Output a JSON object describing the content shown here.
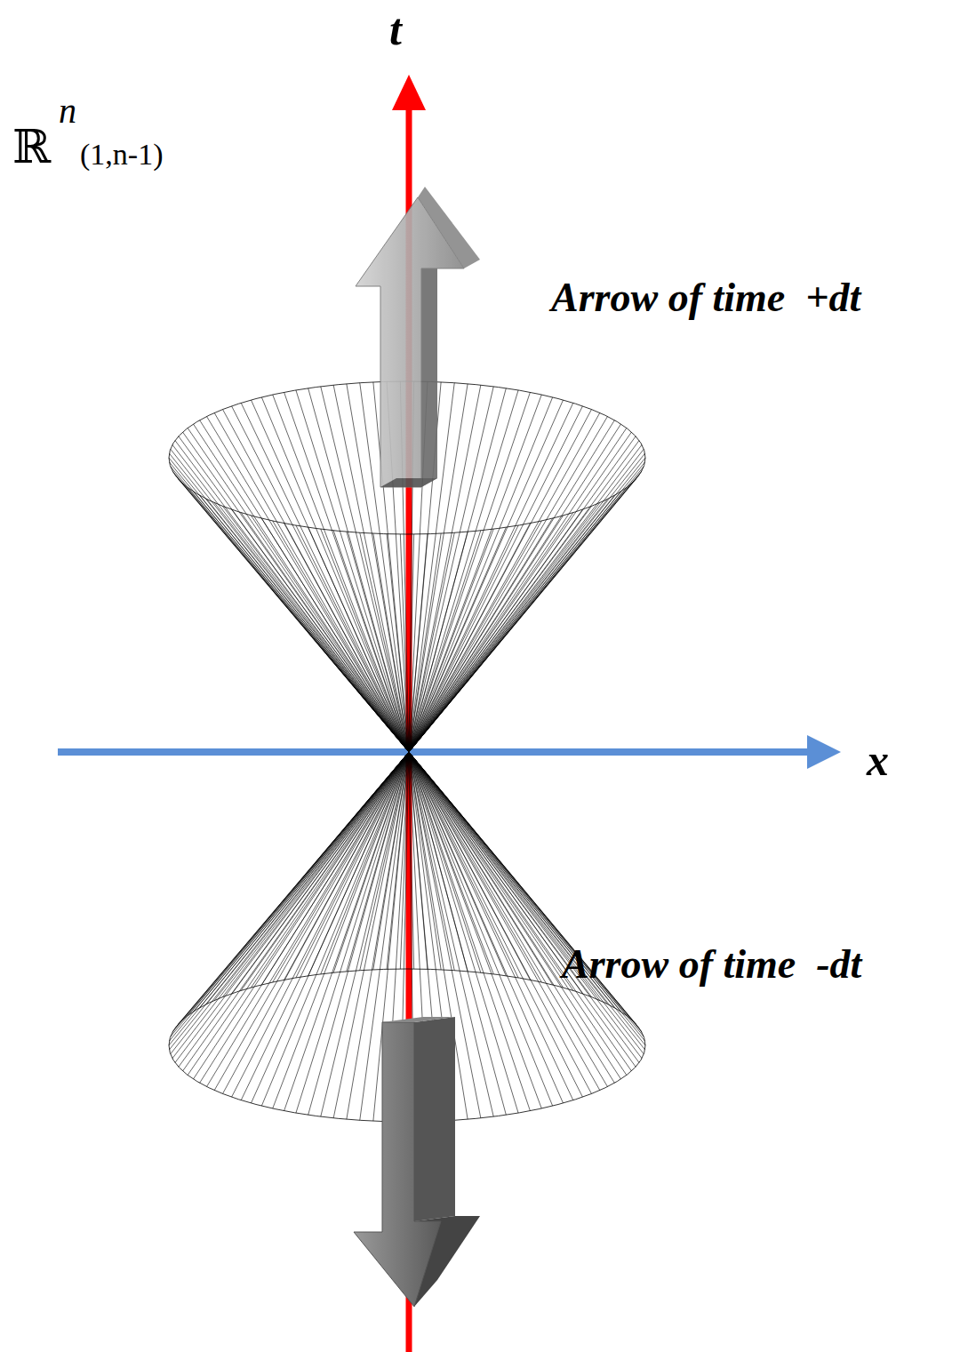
{
  "diagram": {
    "labels": [
      "t",
      "x",
      "ℝ",
      "n",
      "(1,n-1)",
      "Arrow of time  +dt",
      "Arrow of time  -dt"
    ]
  }
}
